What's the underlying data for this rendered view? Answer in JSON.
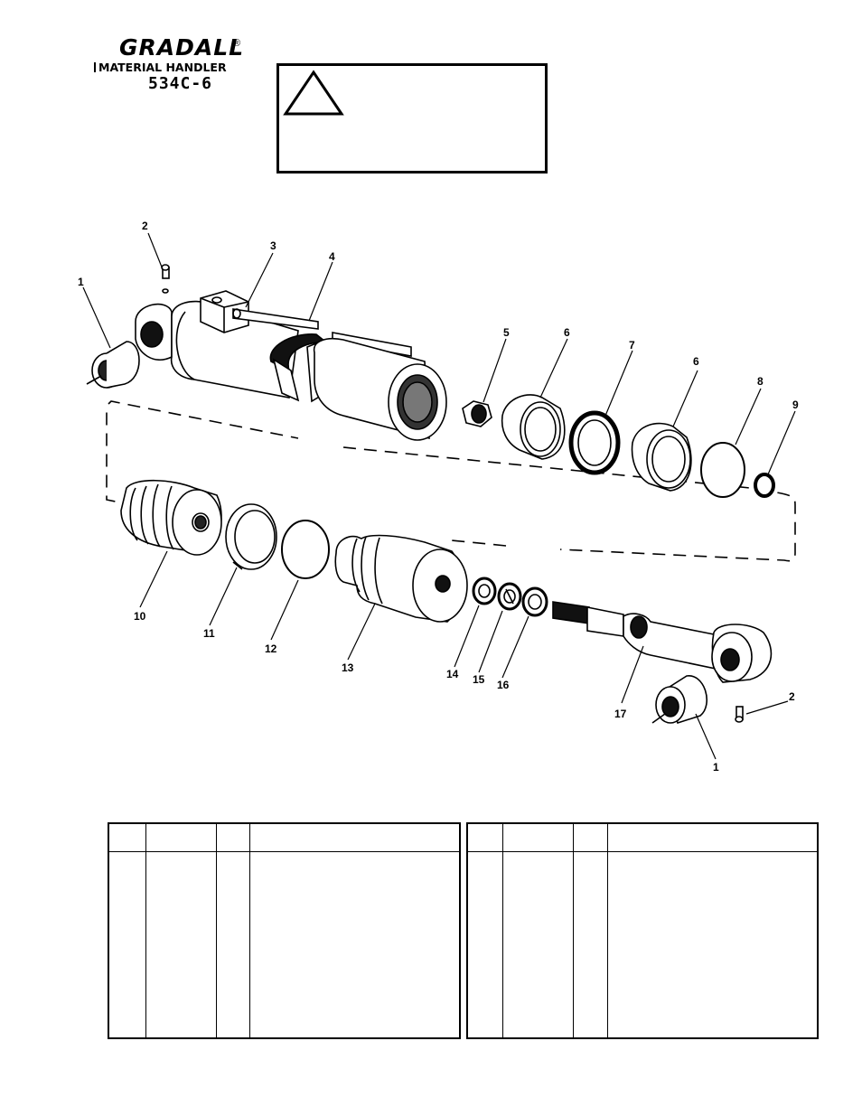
{
  "header": {
    "brand_name": "GRADALL",
    "brand_registered": "®",
    "brand_subtitle": "MATERIAL HANDLER",
    "model": "534C-6"
  },
  "callouts": [
    "1",
    "2",
    "3",
    "4",
    "5",
    "6",
    "7",
    "6",
    "8",
    "9",
    "10",
    "11",
    "12",
    "13",
    "14",
    "15",
    "16",
    "17",
    "2",
    "1"
  ],
  "icons": {
    "warning": "warning-triangle-icon"
  },
  "parts_tables": {
    "left": {
      "columns": [
        "",
        "",
        "",
        ""
      ],
      "rows": []
    },
    "right": {
      "columns": [
        "",
        "",
        "",
        ""
      ],
      "rows": []
    }
  }
}
